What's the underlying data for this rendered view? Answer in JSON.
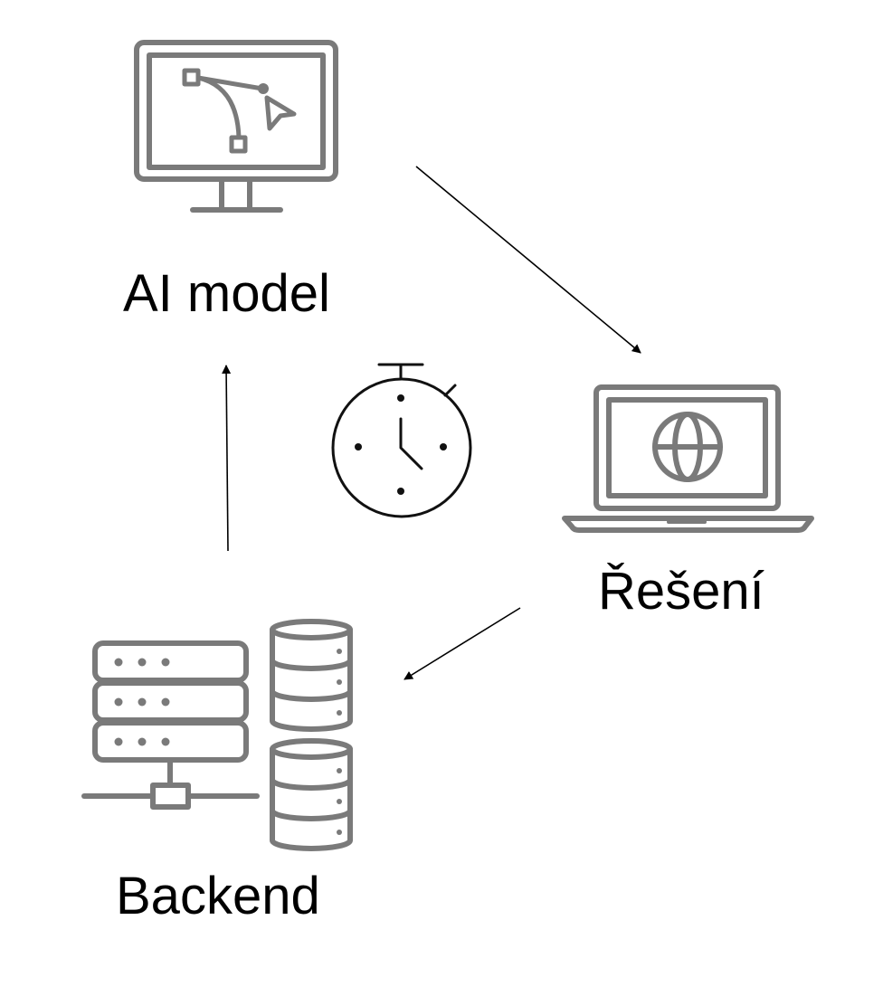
{
  "nodes": {
    "ai_model": {
      "label": "AI model",
      "icon": "monitor-bezier-pen-icon"
    },
    "solution": {
      "label": "Řešení",
      "icon": "laptop-globe-icon"
    },
    "backend": {
      "label": "Backend",
      "icon": "server-rack-database-icon"
    }
  },
  "center_icon": "stopwatch-icon",
  "edges": [
    {
      "from": "AI model",
      "to": "Řešení"
    },
    {
      "from": "Řešení",
      "to": "Backend"
    },
    {
      "from": "Backend",
      "to": "AI model"
    }
  ],
  "colors": {
    "icon_gray": "#7a7a7a",
    "stopwatch": "#111111",
    "arrow": "#000000",
    "text": "#000000"
  }
}
